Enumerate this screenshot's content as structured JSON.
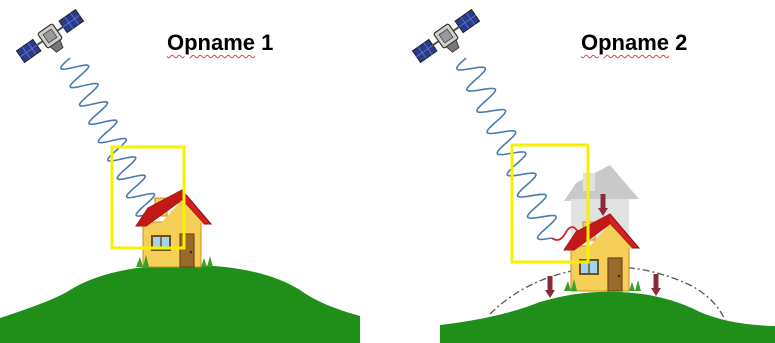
{
  "panels": [
    {
      "title_word": "Opname",
      "title_number": "1"
    },
    {
      "title_word": "Opname",
      "title_number": "2"
    }
  ],
  "colors": {
    "ground": "#1f8f1a",
    "roof": "#d42020",
    "house_wall": "#f5cf58",
    "door": "#9a6a2a",
    "signal": "#4a7bb5",
    "signal_reflected": "#e02020",
    "frame": "#f7f000",
    "arrow": "#8a2b3c",
    "ghost_house": "#b8b8b8"
  }
}
